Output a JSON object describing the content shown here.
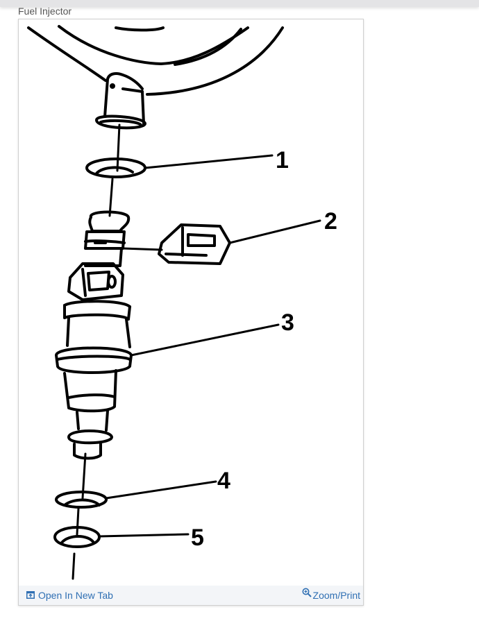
{
  "figure": {
    "title": "Fuel Injector",
    "diagram_alt": "Exploded view of fuel injector assembly with numbered callouts",
    "callouts": [
      {
        "number": "1"
      },
      {
        "number": "2"
      },
      {
        "number": "3"
      },
      {
        "number": "4"
      },
      {
        "number": "5"
      }
    ]
  },
  "footer": {
    "open_new_tab": {
      "label": "Open In New Tab",
      "icon": "open-new-tab-icon"
    },
    "zoom_print": {
      "label": "Zoom/Print",
      "icon": "zoom-in-icon"
    }
  },
  "colors": {
    "link": "#2f6fb3",
    "title": "#555555",
    "footer_bg": "#f3f5f8",
    "border": "#cfcfcf"
  }
}
